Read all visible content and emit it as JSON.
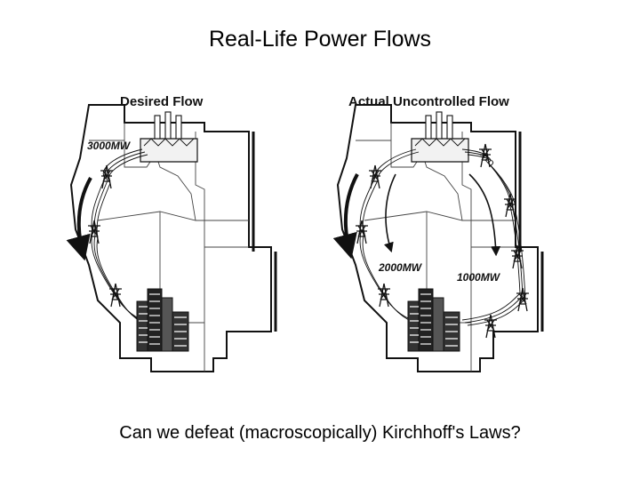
{
  "slide": {
    "title": "Real-Life Power Flows",
    "caption": "Can we defeat (macroscopically) Kirchhoff's Laws?"
  },
  "panels": [
    {
      "title": "Desired Flow",
      "flows": [
        "3000MW"
      ]
    },
    {
      "title": "Actual Uncontrolled Flow",
      "flows": [
        "2000MW",
        "1000MW"
      ]
    }
  ],
  "colors": {
    "ink": "#111111",
    "background": "#ffffff"
  },
  "icons": [
    "power-plant-icon",
    "transmission-tower-icon",
    "city-buildings-icon",
    "flow-arrow-icon"
  ]
}
